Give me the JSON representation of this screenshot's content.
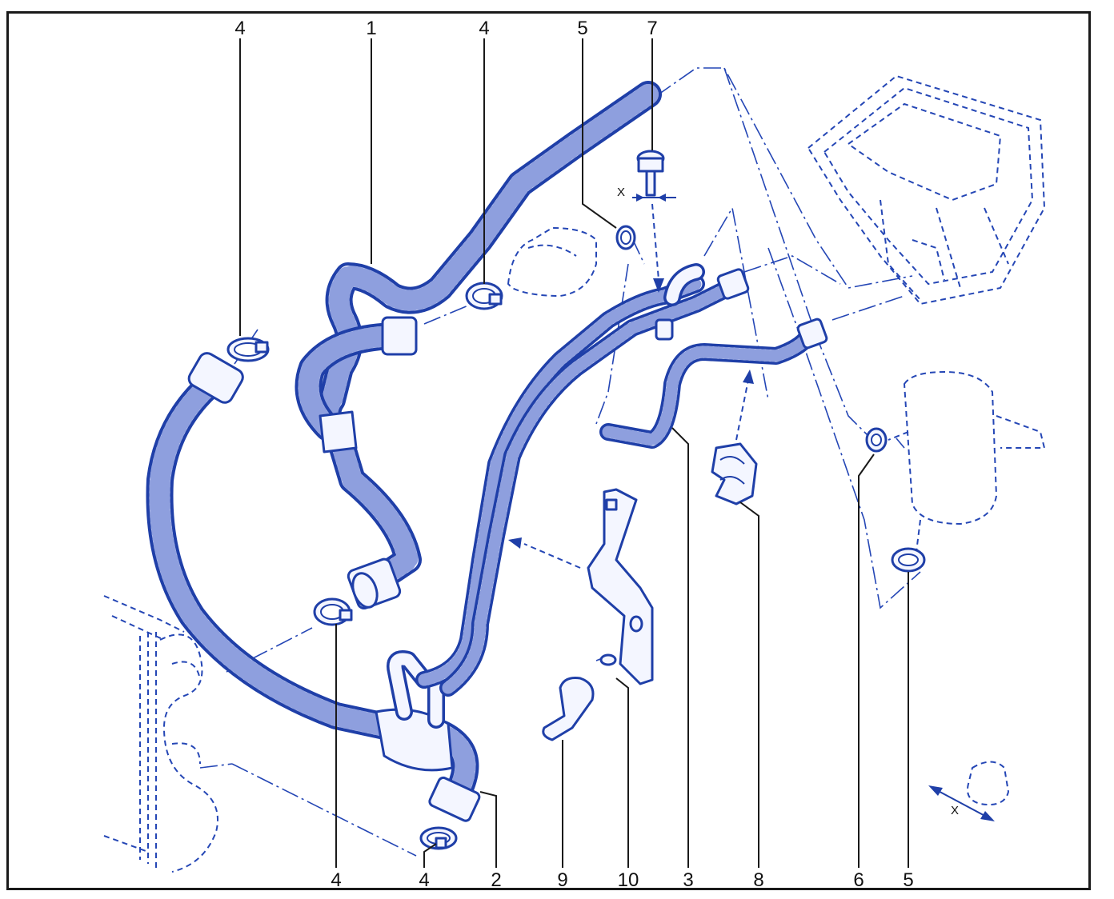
{
  "diagram": {
    "callouts": [
      {
        "id": "c4a",
        "text": "4"
      },
      {
        "id": "c1",
        "text": "1"
      },
      {
        "id": "c4b",
        "text": "4"
      },
      {
        "id": "c5a",
        "text": "5"
      },
      {
        "id": "c7",
        "text": "7"
      },
      {
        "id": "c4c",
        "text": "4"
      },
      {
        "id": "c4d",
        "text": "4"
      },
      {
        "id": "c2",
        "text": "2"
      },
      {
        "id": "c9",
        "text": "9"
      },
      {
        "id": "c10",
        "text": "10"
      },
      {
        "id": "c3",
        "text": "3"
      },
      {
        "id": "c8",
        "text": "8"
      },
      {
        "id": "c6",
        "text": "6"
      },
      {
        "id": "c5b",
        "text": "5"
      }
    ],
    "dimension_marks": {
      "top": "X",
      "bottom": "X"
    },
    "colors": {
      "ink": "#1f3fa8",
      "fill": "#f4f6ff",
      "frame": "#1a1a1a"
    }
  }
}
